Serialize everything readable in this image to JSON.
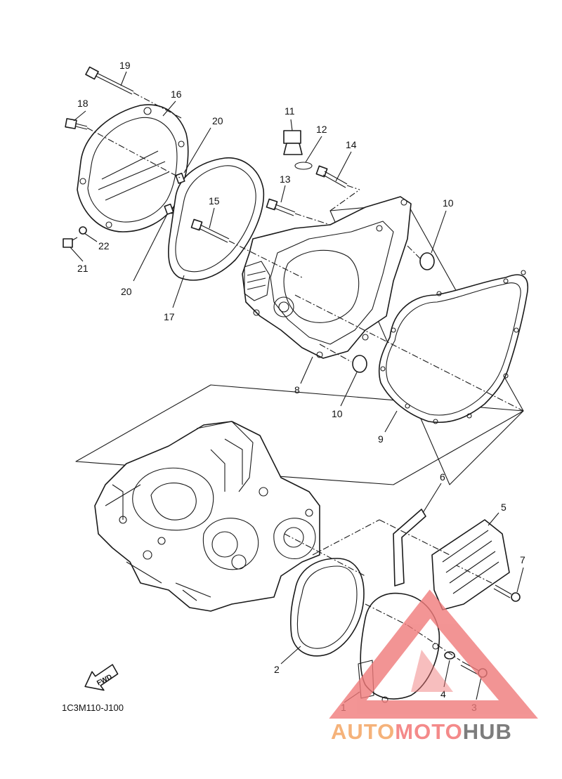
{
  "diagram": {
    "code": "1C3M110-J100",
    "fwd_label": "FWD",
    "callouts": [
      {
        "id": "c1",
        "label": "1"
      },
      {
        "id": "c2",
        "label": "2"
      },
      {
        "id": "c3",
        "label": "3"
      },
      {
        "id": "c4",
        "label": "4"
      },
      {
        "id": "c5",
        "label": "5"
      },
      {
        "id": "c6",
        "label": "6"
      },
      {
        "id": "c7",
        "label": "7"
      },
      {
        "id": "c8",
        "label": "8"
      },
      {
        "id": "c9",
        "label": "9"
      },
      {
        "id": "c10a",
        "label": "10"
      },
      {
        "id": "c10b",
        "label": "10"
      },
      {
        "id": "c11",
        "label": "11"
      },
      {
        "id": "c12",
        "label": "12"
      },
      {
        "id": "c13",
        "label": "13"
      },
      {
        "id": "c14",
        "label": "14"
      },
      {
        "id": "c15",
        "label": "15"
      },
      {
        "id": "c16",
        "label": "16"
      },
      {
        "id": "c17",
        "label": "17"
      },
      {
        "id": "c18",
        "label": "18"
      },
      {
        "id": "c19",
        "label": "19"
      },
      {
        "id": "c20a",
        "label": "20"
      },
      {
        "id": "c20b",
        "label": "20"
      },
      {
        "id": "c21",
        "label": "21"
      },
      {
        "id": "c22",
        "label": "22"
      }
    ]
  },
  "watermark": {
    "part1": "AUTO",
    "part2": "MOTO",
    "part3": "HUB",
    "color1": "#f5b27a",
    "color2": "#f48a8a",
    "color3": "#7d7d7d",
    "triangle_color": "#f07a7a"
  }
}
